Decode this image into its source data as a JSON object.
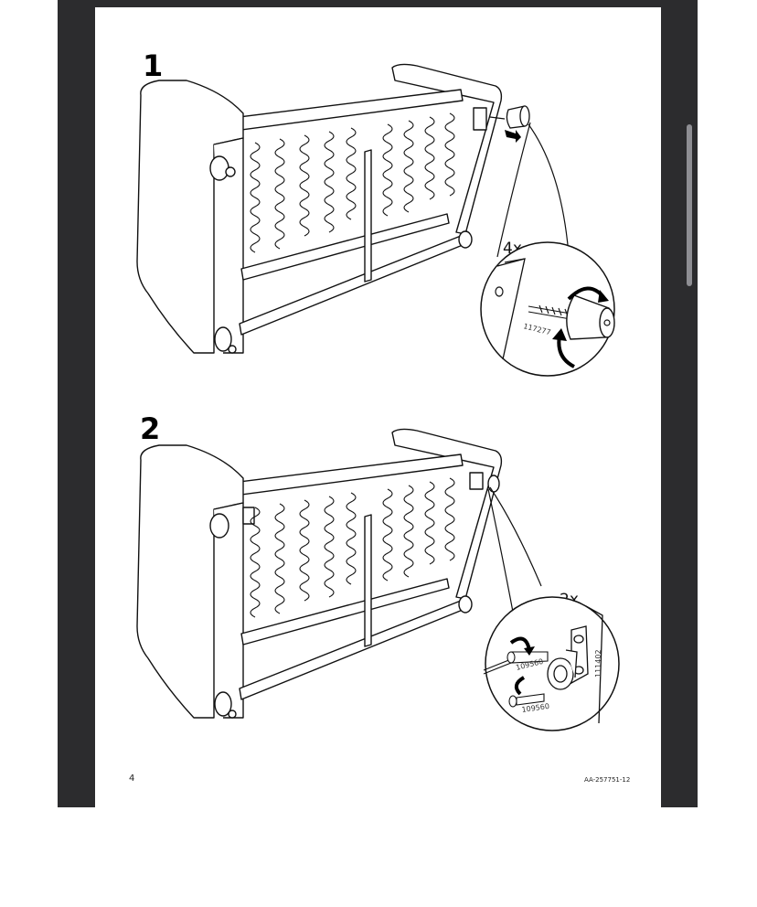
{
  "document": {
    "page_number": "4",
    "doc_code": "AA-257751-12",
    "steps": [
      {
        "number": "1",
        "quantity": "4x",
        "part_number": "117277"
      },
      {
        "number": "2",
        "quantity": "2x",
        "part_numbers": [
          "109560",
          "109560",
          "111402"
        ]
      }
    ]
  },
  "colors": {
    "viewer_background": "#2c2c2e",
    "page_background": "#ffffff",
    "scrollbar": "#8e8e93"
  },
  "icons": [
    "rotate-arrow-icon",
    "push-arrow-icon"
  ]
}
